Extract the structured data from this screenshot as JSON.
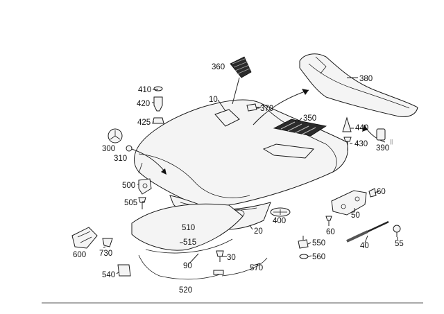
{
  "labels": {
    "p10": "10",
    "p20": "20",
    "p30": "30",
    "p40": "40",
    "p50": "50",
    "p55": "55",
    "p60a": "60",
    "p60b": "60",
    "p90": "90",
    "p300": "300",
    "p310": "310",
    "p350": "350",
    "p360": "360",
    "p370": "370",
    "p380": "380",
    "p390": "390",
    "p400": "400",
    "p410": "410",
    "p420": "420",
    "p425": "425",
    "p430": "430",
    "p440": "440",
    "p500": "500",
    "p505": "505",
    "p510": "510",
    "p515": "515",
    "p520": "520",
    "p540": "540",
    "p550": "550",
    "p560": "560",
    "p570": "570",
    "p600": "600",
    "p730": "730"
  },
  "marks": {
    "p390_suffix": "||"
  }
}
